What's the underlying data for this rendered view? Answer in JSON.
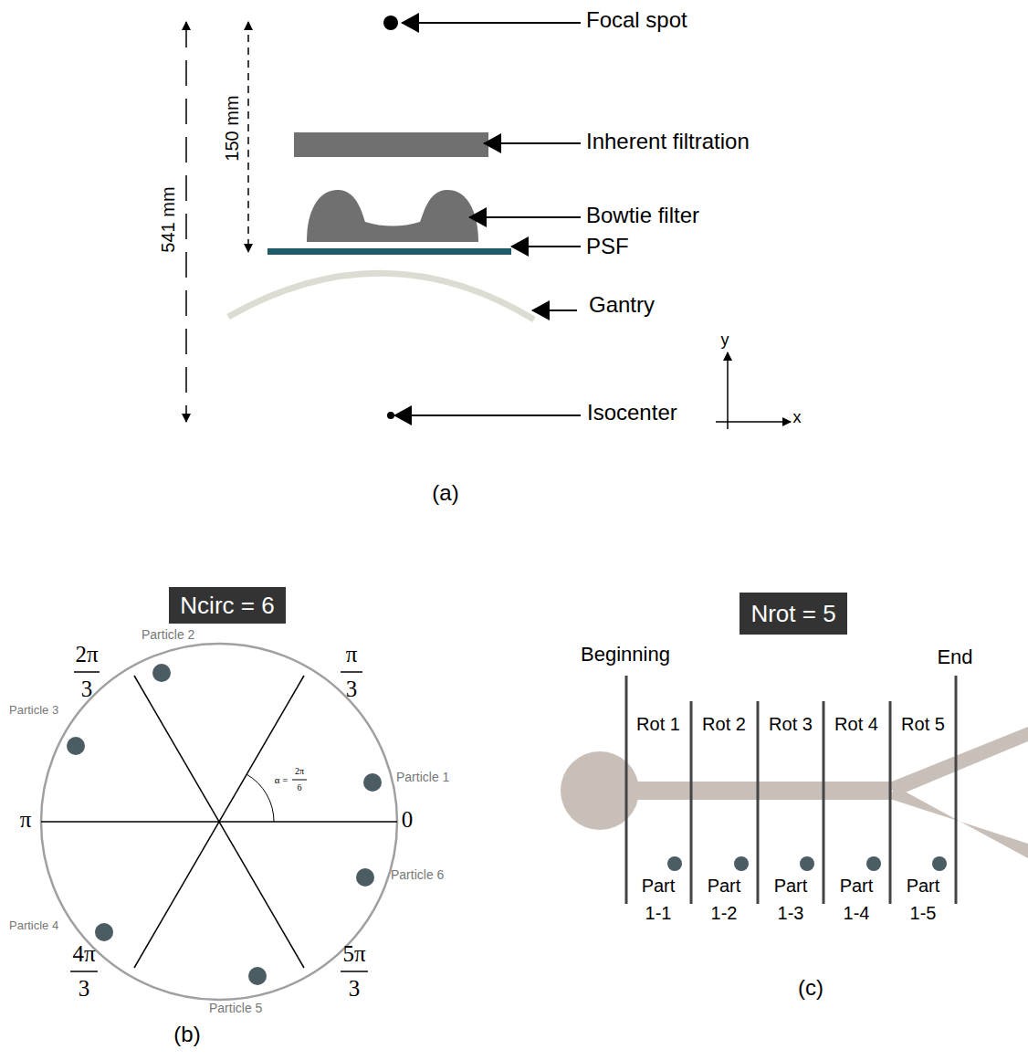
{
  "diagram": {
    "nodes": [
      {
        "text": [
          "Ncirc = 6"
        ]
      },
      {
        "text": [
          "Nrot = 5"
        ]
      }
    ],
    "labels": [
      "Focal spot",
      "Inherent filtration",
      "Bowtie filter",
      "PSF",
      "Gantry",
      "Isocenter",
      "y",
      "x",
      "541 mm",
      "150 mm",
      "(a)",
      "2π",
      "3",
      "π",
      "3",
      "π",
      "0",
      "4π",
      "3",
      "5π",
      "3",
      "α =",
      "2π",
      "6",
      "Particle 1",
      "Particle 2",
      "Particle 3",
      "Particle 4",
      "Particle 5",
      "Particle 6",
      "(b)",
      "Beginning",
      "End",
      "Rot 1",
      "Rot 2",
      "Rot 3",
      "Rot 4",
      "Rot 5",
      "Part 1-1",
      "Part 1-2",
      "Part 1-3",
      "Part 1-4",
      "Part 1-5",
      "(c)"
    ]
  }
}
